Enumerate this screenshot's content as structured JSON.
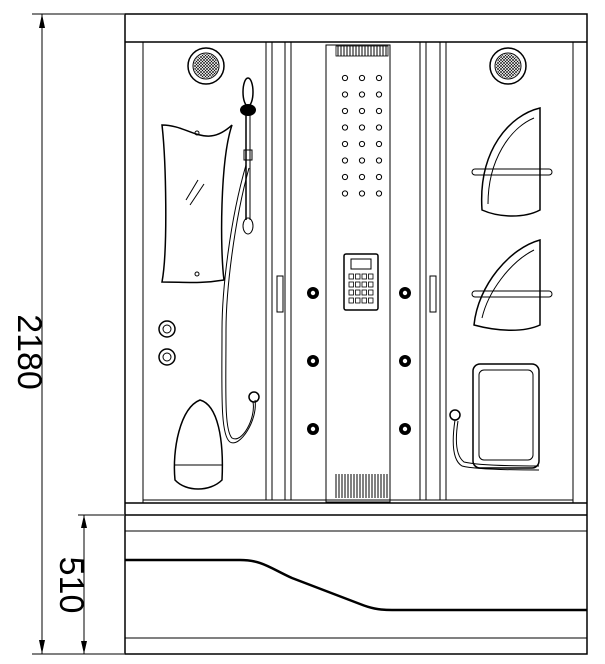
{
  "dimensions": {
    "total_height": "2180",
    "base_height": "510"
  },
  "ceiling_panel_nozzles": {
    "columns": 3,
    "rows": 8
  },
  "body_jets_per_side": 3,
  "control_keypad": {
    "button_rows": 4,
    "button_columns": 4
  }
}
